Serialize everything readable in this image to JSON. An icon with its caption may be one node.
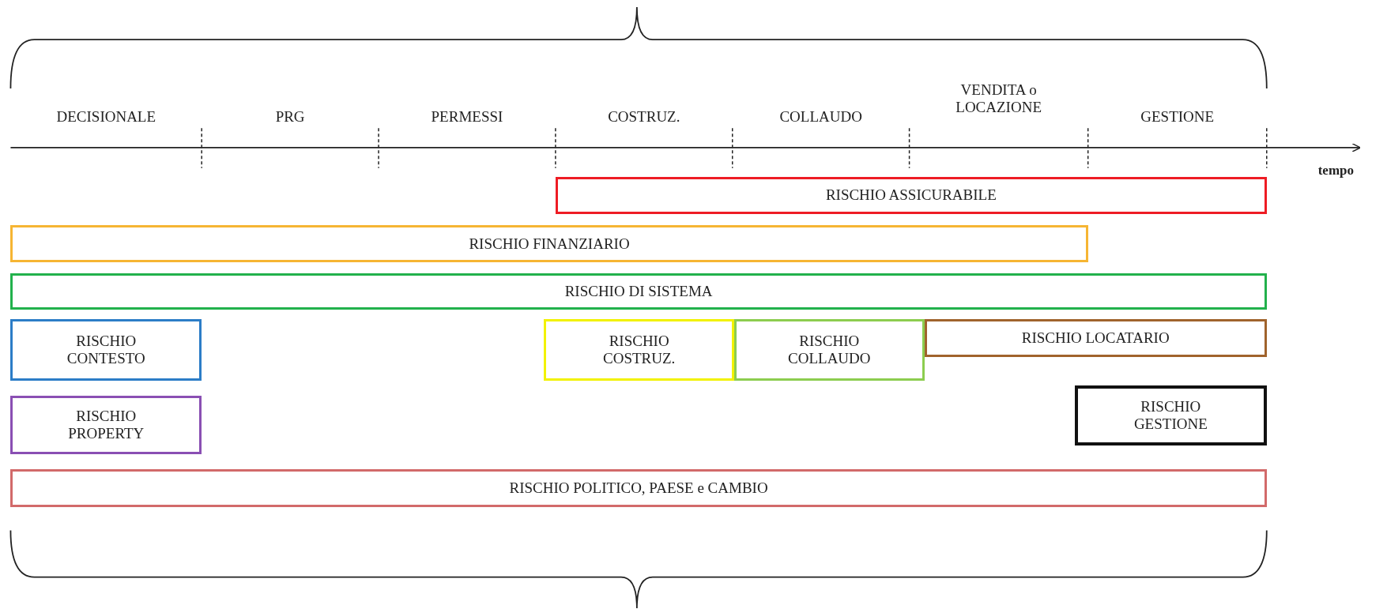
{
  "diagram": {
    "nodes": [
      {
        "text": [
          "RISCHIO ASSICURABILE"
        ]
      },
      {
        "text": [
          "RISCHIO FINANZIARIO"
        ]
      },
      {
        "text": [
          "RISCHIO DI SISTEMA"
        ]
      },
      {
        "text": [
          "RISCHIO CONTESTO"
        ]
      },
      {
        "text": [
          "RISCHIO COSTRUZ."
        ]
      },
      {
        "text": [
          "RISCHIO COLLAUDO"
        ]
      },
      {
        "text": [
          "RISCHIO LOCATARIO"
        ]
      },
      {
        "text": [
          "RISCHIO PROPERTY"
        ]
      },
      {
        "text": [
          "RISCHIO GESTIONE"
        ]
      },
      {
        "text": [
          "RISCHIO POLITICO, PAESE e CAMBIO"
        ]
      }
    ],
    "edges": [],
    "labels": [
      "DECISIONALE",
      "PRG",
      "PERMESSI",
      "COSTRUZ.",
      "COLLAUDO",
      "VENDITA o LOCAZIONE",
      "GESTIONE",
      "tempo"
    ]
  }
}
